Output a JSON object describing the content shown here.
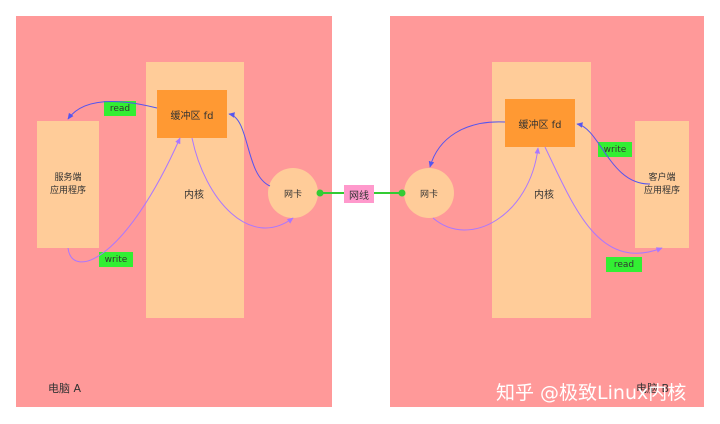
{
  "computer_a": {
    "name": "电脑 A",
    "kernel_label": "内核",
    "buffer_label": "缓冲区 fd",
    "app_label": "服务端\n应用程序",
    "nic_label": "网卡",
    "read_tag": "read",
    "write_tag": "write"
  },
  "computer_b": {
    "name": "电脑 B",
    "kernel_label": "内核",
    "buffer_label": "缓冲区 fd",
    "app_label": "客户端\n应用程序",
    "nic_label": "网卡",
    "read_tag": "read",
    "write_tag": "write"
  },
  "network": {
    "cable_label": "网线"
  },
  "watermark": "知乎 @极致Linux内核",
  "colors": {
    "computer_bg": "#ff9999",
    "kernel_bg": "#ffcc99",
    "buffer_bg": "#ff9933",
    "tag_bg": "#33ee33",
    "cable_label_bg": "#ff99cc",
    "cable": "#33cc33",
    "arrow_blue": "#5555ee",
    "arrow_purple": "#aa77ff"
  }
}
